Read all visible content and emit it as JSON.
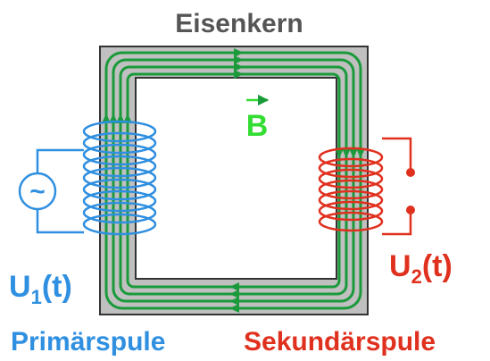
{
  "labels": {
    "core": "Eisenkern",
    "field_letter": "B",
    "u1_main": "U",
    "u1_sub": "1",
    "u1_tail": "(t)",
    "u2_main": "U",
    "u2_sub": "2",
    "u2_tail": "(t)",
    "primary": "Primärspule",
    "secondary": "Sekundärspule",
    "ac_symbol": "~"
  },
  "colors": {
    "core_fill": "#c0c0c0",
    "core_edge": "#333333",
    "field": "#1a9a3a",
    "field_label": "#33dd33",
    "primary": "#2f8fe0",
    "secondary": "#e0301e",
    "heading": "#555555"
  }
}
